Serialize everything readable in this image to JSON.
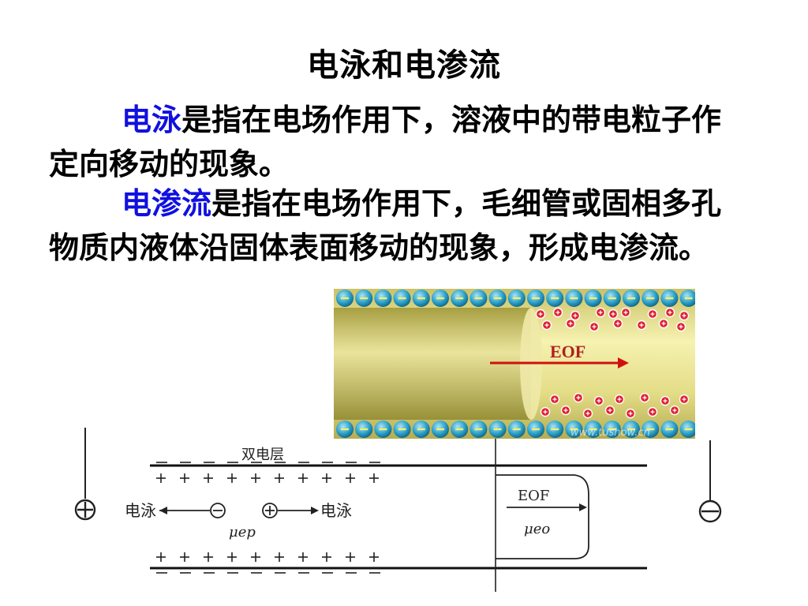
{
  "slide": {
    "title": "电泳和电渗流",
    "para1": {
      "term": "电泳",
      "text": "是指在电场作用下，溶液中的带电粒子作定向移动的现象。"
    },
    "para2": {
      "term": "电渗流",
      "text": "是指在电场作用下，毛细管或固相多孔物质内液体沿固体表面移动的现象，形成电渗流。"
    }
  },
  "tube_figure": {
    "eof_label": "EOF",
    "watermark": "www.tushow.cn",
    "colors": {
      "tube": "#e6e08a",
      "wall_bead": "#2a9fc8",
      "cation": "#e02030",
      "arrow": "#d01010"
    }
  },
  "sketch_figure": {
    "double_layer_label": "双电层",
    "left_ep_label": "电泳",
    "right_ep_label": "电泳",
    "mu_ep_label": "μep",
    "eof_label": "EOF",
    "mu_eo_label": "μeo",
    "anode_icon": "plus-circle-icon",
    "cathode_icon": "minus-circle-icon"
  }
}
